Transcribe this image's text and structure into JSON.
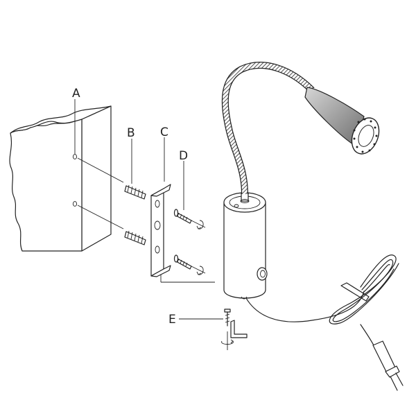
{
  "labels": {
    "a": "A",
    "b": "B",
    "c": "C",
    "d": "D",
    "e": "E"
  },
  "colors": {
    "line": "#222222",
    "background": "#ffffff",
    "lamp_head": "#8a8a8a"
  },
  "icons": [
    "rotate-screwdriver-icon",
    "hex-key-icon",
    "plug-icon"
  ]
}
